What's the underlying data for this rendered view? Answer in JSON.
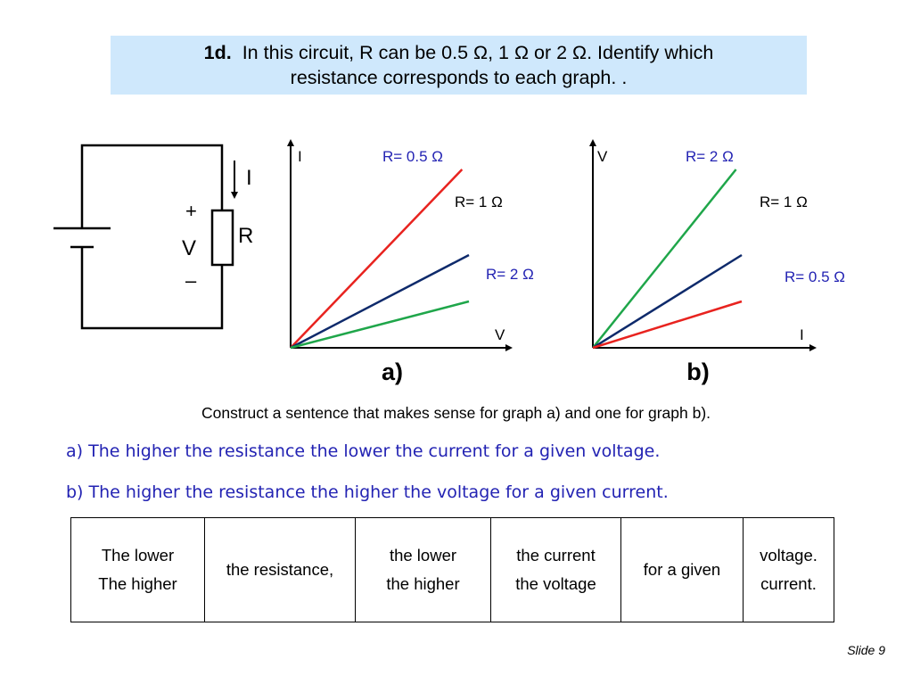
{
  "question": {
    "number": "1d.",
    "line1": "In this circuit, R can be 0.5 Ω, 1 Ω or 2 Ω. Identify which",
    "line2": "resistance corresponds to each graph. ."
  },
  "circuit": {
    "current_label": "I",
    "resistor_label": "R",
    "plus": "+",
    "voltage_label": "V",
    "minus": "–"
  },
  "colors": {
    "red": "#e8231f",
    "navy": "#0e2a6b",
    "green": "#1fa64a",
    "blue_text": "#2323b3"
  },
  "chart_data": [
    {
      "type": "line",
      "caption": "a)",
      "xlabel": "V",
      "ylabel": "I",
      "series": [
        {
          "name": "R= 0.5 Ω",
          "color": "red",
          "points": [
            [
              0,
              0
            ],
            [
              1,
              2
            ]
          ]
        },
        {
          "name": "R= 1 Ω",
          "color": "navy",
          "points": [
            [
              0,
              0
            ],
            [
              1,
              1
            ]
          ]
        },
        {
          "name": "R= 2 Ω",
          "color": "green",
          "points": [
            [
              0,
              0
            ],
            [
              1,
              0.5
            ]
          ]
        }
      ]
    },
    {
      "type": "line",
      "caption": "b)",
      "xlabel": "I",
      "ylabel": "V",
      "series": [
        {
          "name": "R= 2 Ω",
          "color": "green",
          "points": [
            [
              0,
              0
            ],
            [
              1,
              2
            ]
          ]
        },
        {
          "name": "R= 1 Ω",
          "color": "navy",
          "points": [
            [
              0,
              0
            ],
            [
              1,
              1
            ]
          ]
        },
        {
          "name": "R= 0.5 Ω",
          "color": "red",
          "points": [
            [
              0,
              0
            ],
            [
              1,
              0.5
            ]
          ]
        }
      ]
    }
  ],
  "instruction": "Construct a sentence that makes sense for graph a) and one for graph b).",
  "answers": {
    "a": "a) The higher the resistance the lower the current for a given voltage.",
    "b": "b) The higher the resistance the higher the voltage for a given current."
  },
  "word_table": {
    "c1_1": "The lower",
    "c1_2": "The higher",
    "c2": "the resistance,",
    "c3_1": "the lower",
    "c3_2": "the higher",
    "c4_1": "the current",
    "c4_2": "the voltage",
    "c5": "for a given",
    "c6_1": "voltage.",
    "c6_2": "current."
  },
  "slide_number": "Slide 9"
}
